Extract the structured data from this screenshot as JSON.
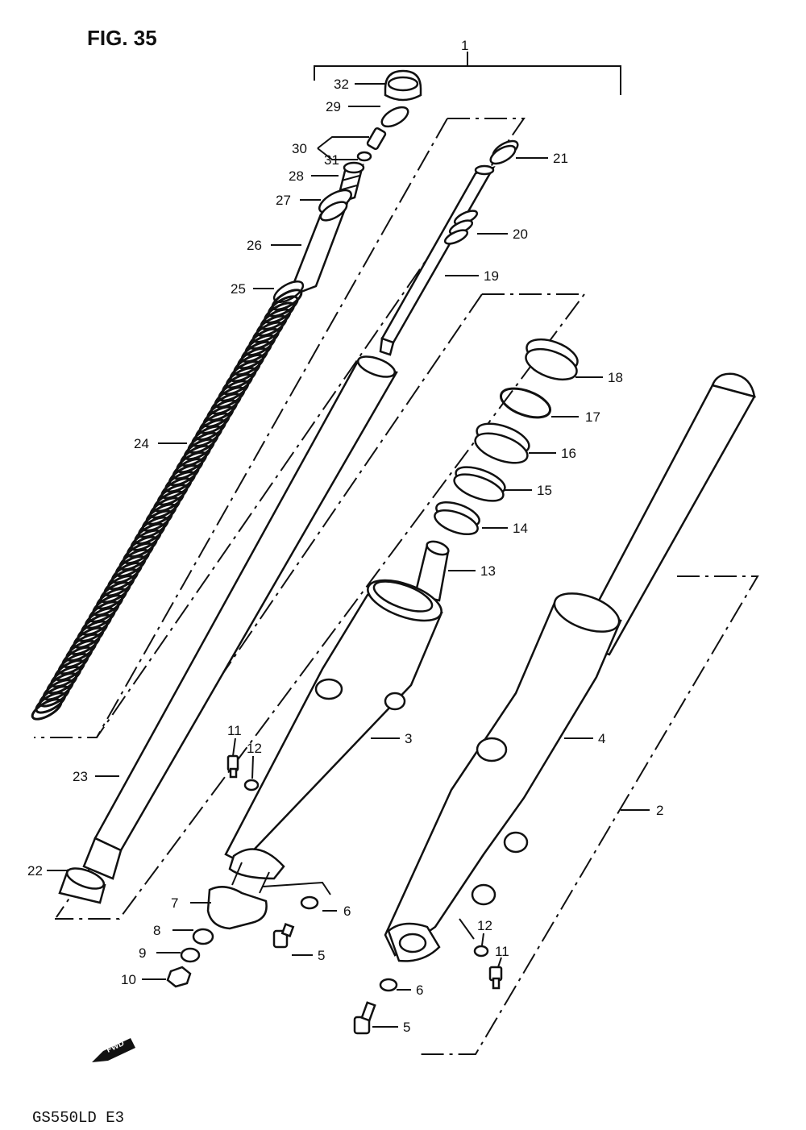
{
  "figure_title": "FIG. 35",
  "model_code": "GS550LD E3",
  "forward_marker": "FWD",
  "callouts": {
    "c1": "1",
    "c2": "2",
    "c3": "3",
    "c4": "4",
    "c5a": "5",
    "c5b": "5",
    "c6a": "6",
    "c6b": "6",
    "c7": "7",
    "c8": "8",
    "c9": "9",
    "c10": "10",
    "c11a": "11",
    "c11b": "11",
    "c12a": "12",
    "c12b": "12",
    "c13": "13",
    "c14": "14",
    "c15": "15",
    "c16": "16",
    "c17": "17",
    "c18": "18",
    "c19": "19",
    "c20": "20",
    "c21": "21",
    "c22": "22",
    "c23": "23",
    "c24": "24",
    "c25": "25",
    "c26": "26",
    "c27": "27",
    "c28": "28",
    "c29": "29",
    "c30": "30",
    "c31": "31",
    "c32": "32"
  }
}
